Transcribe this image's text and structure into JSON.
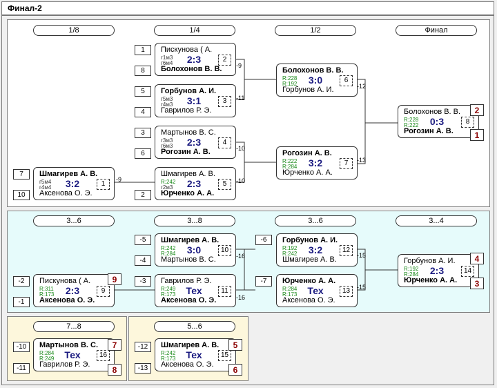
{
  "title": "Финал-2",
  "main_columns": [
    "1/8",
    "1/4",
    "1/2",
    "Финал"
  ],
  "lower_columns": [
    "3...6",
    "3...8",
    "3...6",
    "3...4"
  ],
  "bottom_left_label": "7...8",
  "bottom_right_label": "5...6",
  "seeds": [
    "1",
    "8",
    "5",
    "4",
    "3",
    "6",
    "7",
    "10",
    "2",
    "-5",
    "-4",
    "-6",
    "-2",
    "-1",
    "-3",
    "-7",
    "-10",
    "-11",
    "-12",
    "-13"
  ],
  "matches": [
    {
      "p1": "Пискунова ( А.",
      "p2": "Болохонов В. В.",
      "w": 2,
      "g1": "г1м3",
      "g2": "г6м4",
      "score": "2:3",
      "num": "2"
    },
    {
      "p1": "Горбунов А. И.",
      "p2": "Гаврилов Р. Э.",
      "w": 1,
      "g1": "г5м3",
      "g2": "г4м3",
      "score": "3:1",
      "num": "3"
    },
    {
      "p1": "Мартынов В. С.",
      "p2": "Рогозин А. В.",
      "w": 2,
      "g1": "г3м3",
      "g2": "г6м3",
      "score": "2:3",
      "num": "4"
    },
    {
      "p1": "Шмагирев А. В.",
      "p2": "Юрченко А. А.",
      "w": 2,
      "r1": "R:242",
      "g2": "г2м3",
      "score": "2:3",
      "num": "5"
    },
    {
      "p1": "Шмагирев А. В.",
      "p2": "Аксенова О. Э.",
      "w": 1,
      "g1": "г5м4",
      "g2": "г4м4",
      "score": "3:2",
      "num": "1"
    },
    {
      "p1": "Болохонов В. В.",
      "p2": "Горбунов А. И.",
      "w": 1,
      "r1": "R:228",
      "r2": "R:192",
      "score": "3:0",
      "num": "6"
    },
    {
      "p1": "Рогозин А. В.",
      "p2": "Юрченко А. А.",
      "w": 1,
      "r1": "R:222",
      "r2": "R:284",
      "score": "3:2",
      "num": "7"
    },
    {
      "p1": "Болохонов В. В.",
      "p2": "Рогозин А. В.",
      "w": 2,
      "r1": "R:228",
      "r2": "R:222",
      "score": "0:3",
      "num": "8"
    },
    {
      "p1": "Шмагирев А. В.",
      "p2": "Мартынов В. С.",
      "w": 1,
      "r1": "R:242",
      "r2": "R:284",
      "score": "3:0",
      "num": "10"
    },
    {
      "p1": "Гаврилов Р. Э.",
      "p2": "Аксенова О. Э.",
      "w": 2,
      "r1": "R:249",
      "r2": "R:173",
      "score": "Тех",
      "num": "11"
    },
    {
      "p1": "Пискунова ( А.",
      "p2": "Аксенова О. Э.",
      "w": 2,
      "r1": "R:311",
      "r2": "R:173",
      "score": "2:3",
      "num": "9"
    },
    {
      "p1": "Горбунов А. И.",
      "p2": "Шмагирев А. В.",
      "w": 1,
      "r1": "R:192",
      "r2": "R:242",
      "score": "3:2",
      "num": "12"
    },
    {
      "p1": "Юрченко А. А.",
      "p2": "Аксенова О. Э.",
      "w": 1,
      "r1": "R:284",
      "r2": "R:173",
      "score": "Тех",
      "num": "13"
    },
    {
      "p1": "Горбунов А. И.",
      "p2": "Юрченко А. А.",
      "w": 2,
      "r1": "R:192",
      "r2": "R:284",
      "score": "2:3",
      "num": "14"
    },
    {
      "p1": "Мартынов В. С.",
      "p2": "Гаврилов Р. Э.",
      "w": 1,
      "r1": "R:284",
      "r2": "R:249",
      "score": "Тех",
      "num": "16"
    },
    {
      "p1": "Шмагирев А. В.",
      "p2": "Аксенова О. Э.",
      "w": 1,
      "r1": "R:242",
      "r2": "R:173",
      "score": "Тех",
      "num": "15"
    }
  ],
  "loser_numbers": [
    "-9",
    "-11",
    "-10",
    "-10",
    "-9",
    "-12",
    "-13",
    "-16",
    "-16",
    "-15",
    "-15"
  ],
  "places": [
    "2",
    "1",
    "9",
    "4",
    "3",
    "7",
    "8",
    "5",
    "6"
  ],
  "colors": {
    "upper_panel": "#ffffff",
    "lower_panel": "#e6fbfb",
    "bottom_panel": "#fdf7dc",
    "place_text": "#8b0000",
    "score_text": "#1a1a80",
    "rating_text": "#1a8a1a"
  }
}
